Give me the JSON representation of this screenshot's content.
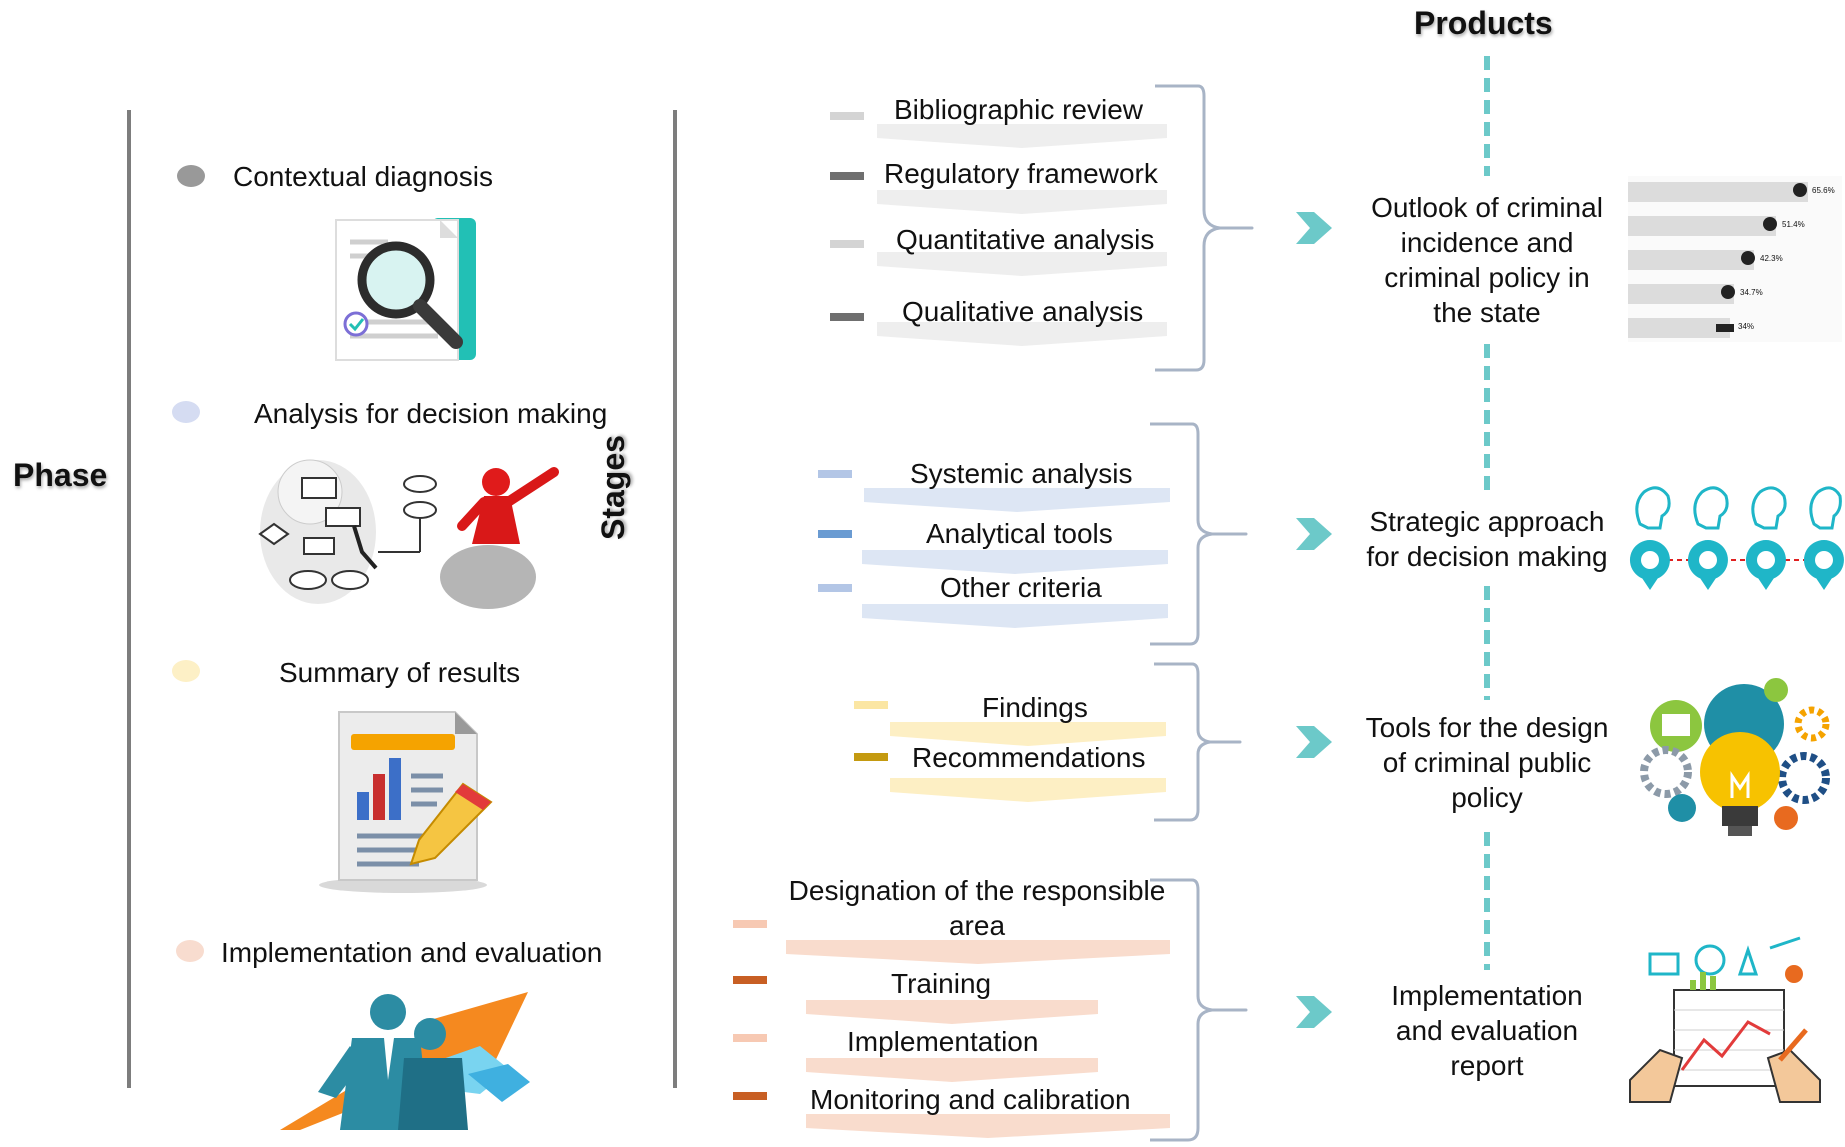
{
  "headings": {
    "phase": "Phase",
    "stages": "Stages",
    "products": "Products"
  },
  "phases": [
    {
      "label": "Contextual diagnosis",
      "dot_color": "#999999",
      "icon": "magnifier-document-icon"
    },
    {
      "label": "Analysis for decision making",
      "dot_color": "#d5dcf2",
      "icon": "flowchart-figure-icon"
    },
    {
      "label": "Summary of results",
      "dot_color": "#fdf0c6",
      "icon": "report-chart-pencil-icon"
    },
    {
      "label": "Implementation and evaluation",
      "dot_color": "#f8dccf",
      "icon": "business-people-arrow-icon"
    }
  ],
  "stage_groups": [
    {
      "accent_light": "#d4d4d4",
      "accent_dark": "#6f6f6f",
      "band_color": "#eeeeee",
      "items": [
        "Bibliographic review",
        "Regulatory framework",
        "Quantitative analysis",
        "Qualitative analysis"
      ]
    },
    {
      "accent_light": "#b3c6e6",
      "accent_dark": "#6a9bd2",
      "band_color": "#dde6f4",
      "items": [
        "Systemic analysis",
        "Analytical tools",
        "Other criteria"
      ]
    },
    {
      "accent_light": "#fbe6a3",
      "accent_dark": "#c49a10",
      "band_color": "#fdefc4",
      "items": [
        "Findings",
        "Recommendations"
      ]
    },
    {
      "accent_light": "#f7c9b3",
      "accent_dark": "#c85f24",
      "band_color": "#f9dccd",
      "items": [
        "Designation of the responsible area",
        "Training",
        "Implementation",
        "Monitoring and calibration"
      ]
    }
  ],
  "products": [
    {
      "label": "Outlook of criminal incidence and criminal policy in the state",
      "icon": "crime-statistics-infographic-icon",
      "stats": [
        "65.6%",
        "51.4%",
        "42.3%",
        "34.7%",
        "34%"
      ]
    },
    {
      "label": "Strategic approach for decision making",
      "icon": "strategy-roadmap-pins-icon"
    },
    {
      "label": "Tools for the design of criminal public policy",
      "icon": "lightbulb-gears-icon"
    },
    {
      "label": "Implementation and evaluation report",
      "icon": "hands-drawing-report-icon"
    }
  ],
  "colors": {
    "arrow": "#6cc9c9",
    "timeline": "#6cc9c9",
    "bracket": "#a8b4c6",
    "divider": "#7d7d7d"
  }
}
